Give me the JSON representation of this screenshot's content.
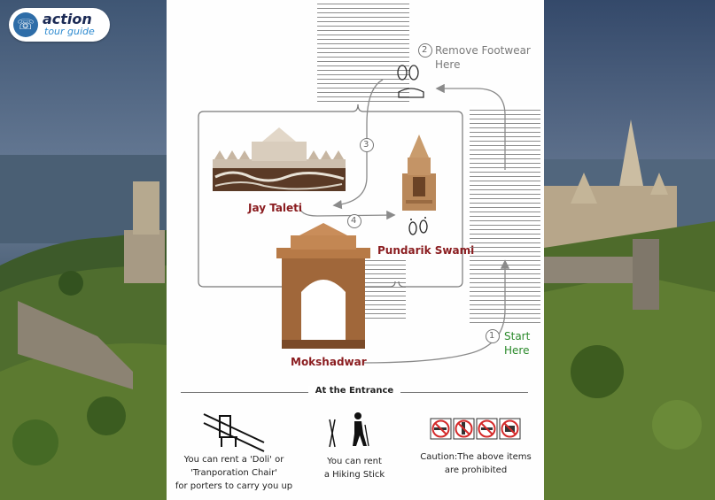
{
  "logo": {
    "word1": "action",
    "word2": "tour guide"
  },
  "steps": [
    {
      "number": "1",
      "text_line1": "Start",
      "text_line2": "Here"
    },
    {
      "number": "2",
      "text_line1": "Remove Footwear",
      "text_line2": "Here"
    },
    {
      "number": "3"
    },
    {
      "number": "4"
    }
  ],
  "places": {
    "jay_taleti": "Jay Taleti",
    "pundarik_swami": "Pundarik Swami",
    "mokshadwar": "Mokshadwar"
  },
  "entrance": {
    "title": "At the Entrance",
    "doli_line1": "You can rent a 'Doli' or",
    "doli_line2": "'Tranporation Chair'",
    "doli_line3": "for porters to carry you up",
    "stick_line1": "You can rent",
    "stick_line2": "a Hiking Stick",
    "caution_line1": "Caution:The above items",
    "caution_line2": "are prohibited"
  },
  "colors": {
    "place": "#8a1c1f",
    "start": "#2b8a2b",
    "prohibited": "#d42a2a"
  }
}
